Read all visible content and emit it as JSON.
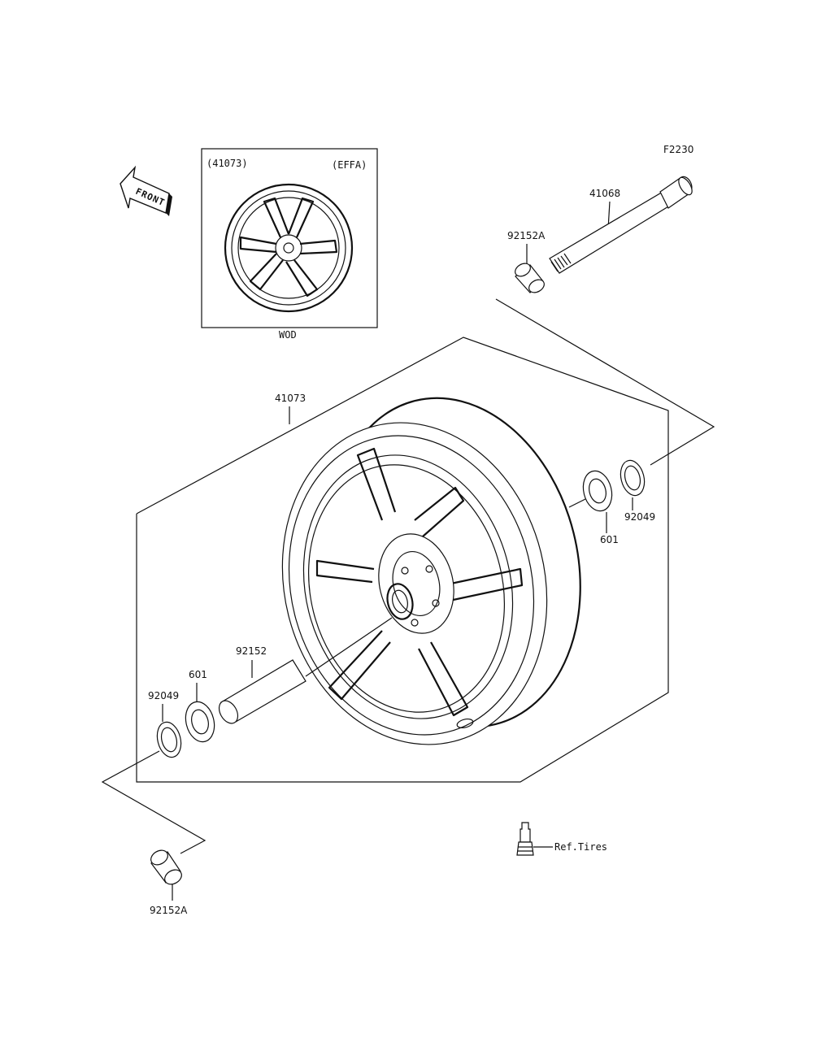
{
  "figure_code": "F2230",
  "front_label": "FRONT",
  "inset": {
    "part_ref": "(41073)",
    "variant": "(EFFA)",
    "caption": "WOD"
  },
  "callouts": {
    "axle": "41068",
    "collar_top": "92152A",
    "wheel": "41073",
    "seal_right": "92049",
    "bearing_right": "601",
    "spacer": "92152",
    "bearing_left": "601",
    "seal_left": "92049",
    "collar_bottom": "92152A",
    "valve": "Ref.Tires"
  }
}
